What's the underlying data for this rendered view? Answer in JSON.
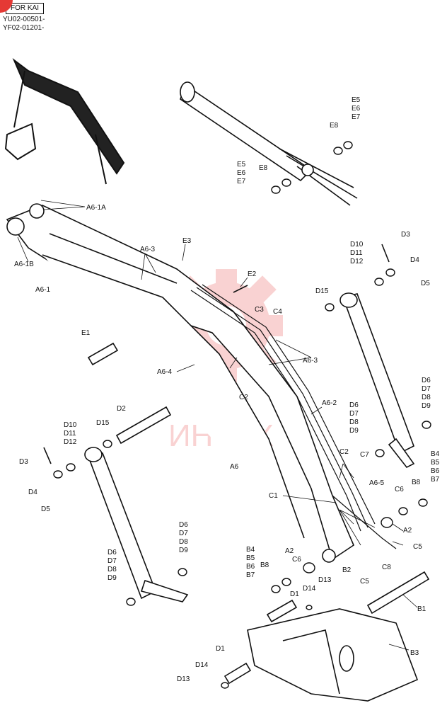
{
  "header": {
    "model_box": "FOR KAI",
    "serial_1": "YU02-00501-",
    "serial_2": "YF02-01201-"
  },
  "watermark": {
    "text": "ИНТЕХ",
    "color": "#e53935"
  },
  "labels": {
    "A6_1A": "A6-1A",
    "A6_1B": "A6-1B",
    "A6_1": "A6-1",
    "A6_3a": "A6-3",
    "A6_3b": "A6-3",
    "A6_4": "A6-4",
    "A6_2": "A6-2",
    "A6_5": "A6-5",
    "A6": "A6",
    "A2a": "A2",
    "A2b": "A2",
    "E1": "E1",
    "E2": "E2",
    "E3": "E3",
    "E5a": "E5",
    "E6a": "E6",
    "E7a": "E7",
    "E8a": "E8",
    "E5b": "E5",
    "E6b": "E6",
    "E7b": "E7",
    "E8b": "E8",
    "C1": "C1",
    "C2a": "C2",
    "C2b": "C2",
    "C3": "C3",
    "C4": "C4",
    "C5a": "C5",
    "C5b": "C5",
    "C6a": "C6",
    "C6b": "C6",
    "C7": "C7",
    "C8": "C8",
    "D1a": "D1",
    "D1b": "D1",
    "D2": "D2",
    "D3a": "D3",
    "D3b": "D3",
    "D4a": "D4",
    "D4b": "D4",
    "D5a": "D5",
    "D5b": "D5",
    "D6a": "D6",
    "D7a": "D7",
    "D8a": "D8",
    "D9a": "D9",
    "D6b": "D6",
    "D7b": "D7",
    "D8b": "D8",
    "D9b": "D9",
    "D6c": "D6",
    "D7c": "D7",
    "D8c": "D8",
    "D9c": "D9",
    "D6d": "D6",
    "D7d": "D7",
    "D8d": "D8",
    "D9d": "D9",
    "D10a": "D10",
    "D11a": "D11",
    "D12a": "D12",
    "D10b": "D10",
    "D11b": "D11",
    "D12b": "D12",
    "D13a": "D13",
    "D13b": "D13",
    "D14a": "D14",
    "D14b": "D14",
    "D15a": "D15",
    "D15b": "D15",
    "B1": "B1",
    "B2": "B2",
    "B3": "B3",
    "B4a": "B4",
    "B5a": "B5",
    "B6a": "B6",
    "B7a": "B7",
    "B8a": "B8",
    "B4b": "B4",
    "B5b": "B5",
    "B6b": "B6",
    "B7b": "B7",
    "B8b": "B8"
  }
}
